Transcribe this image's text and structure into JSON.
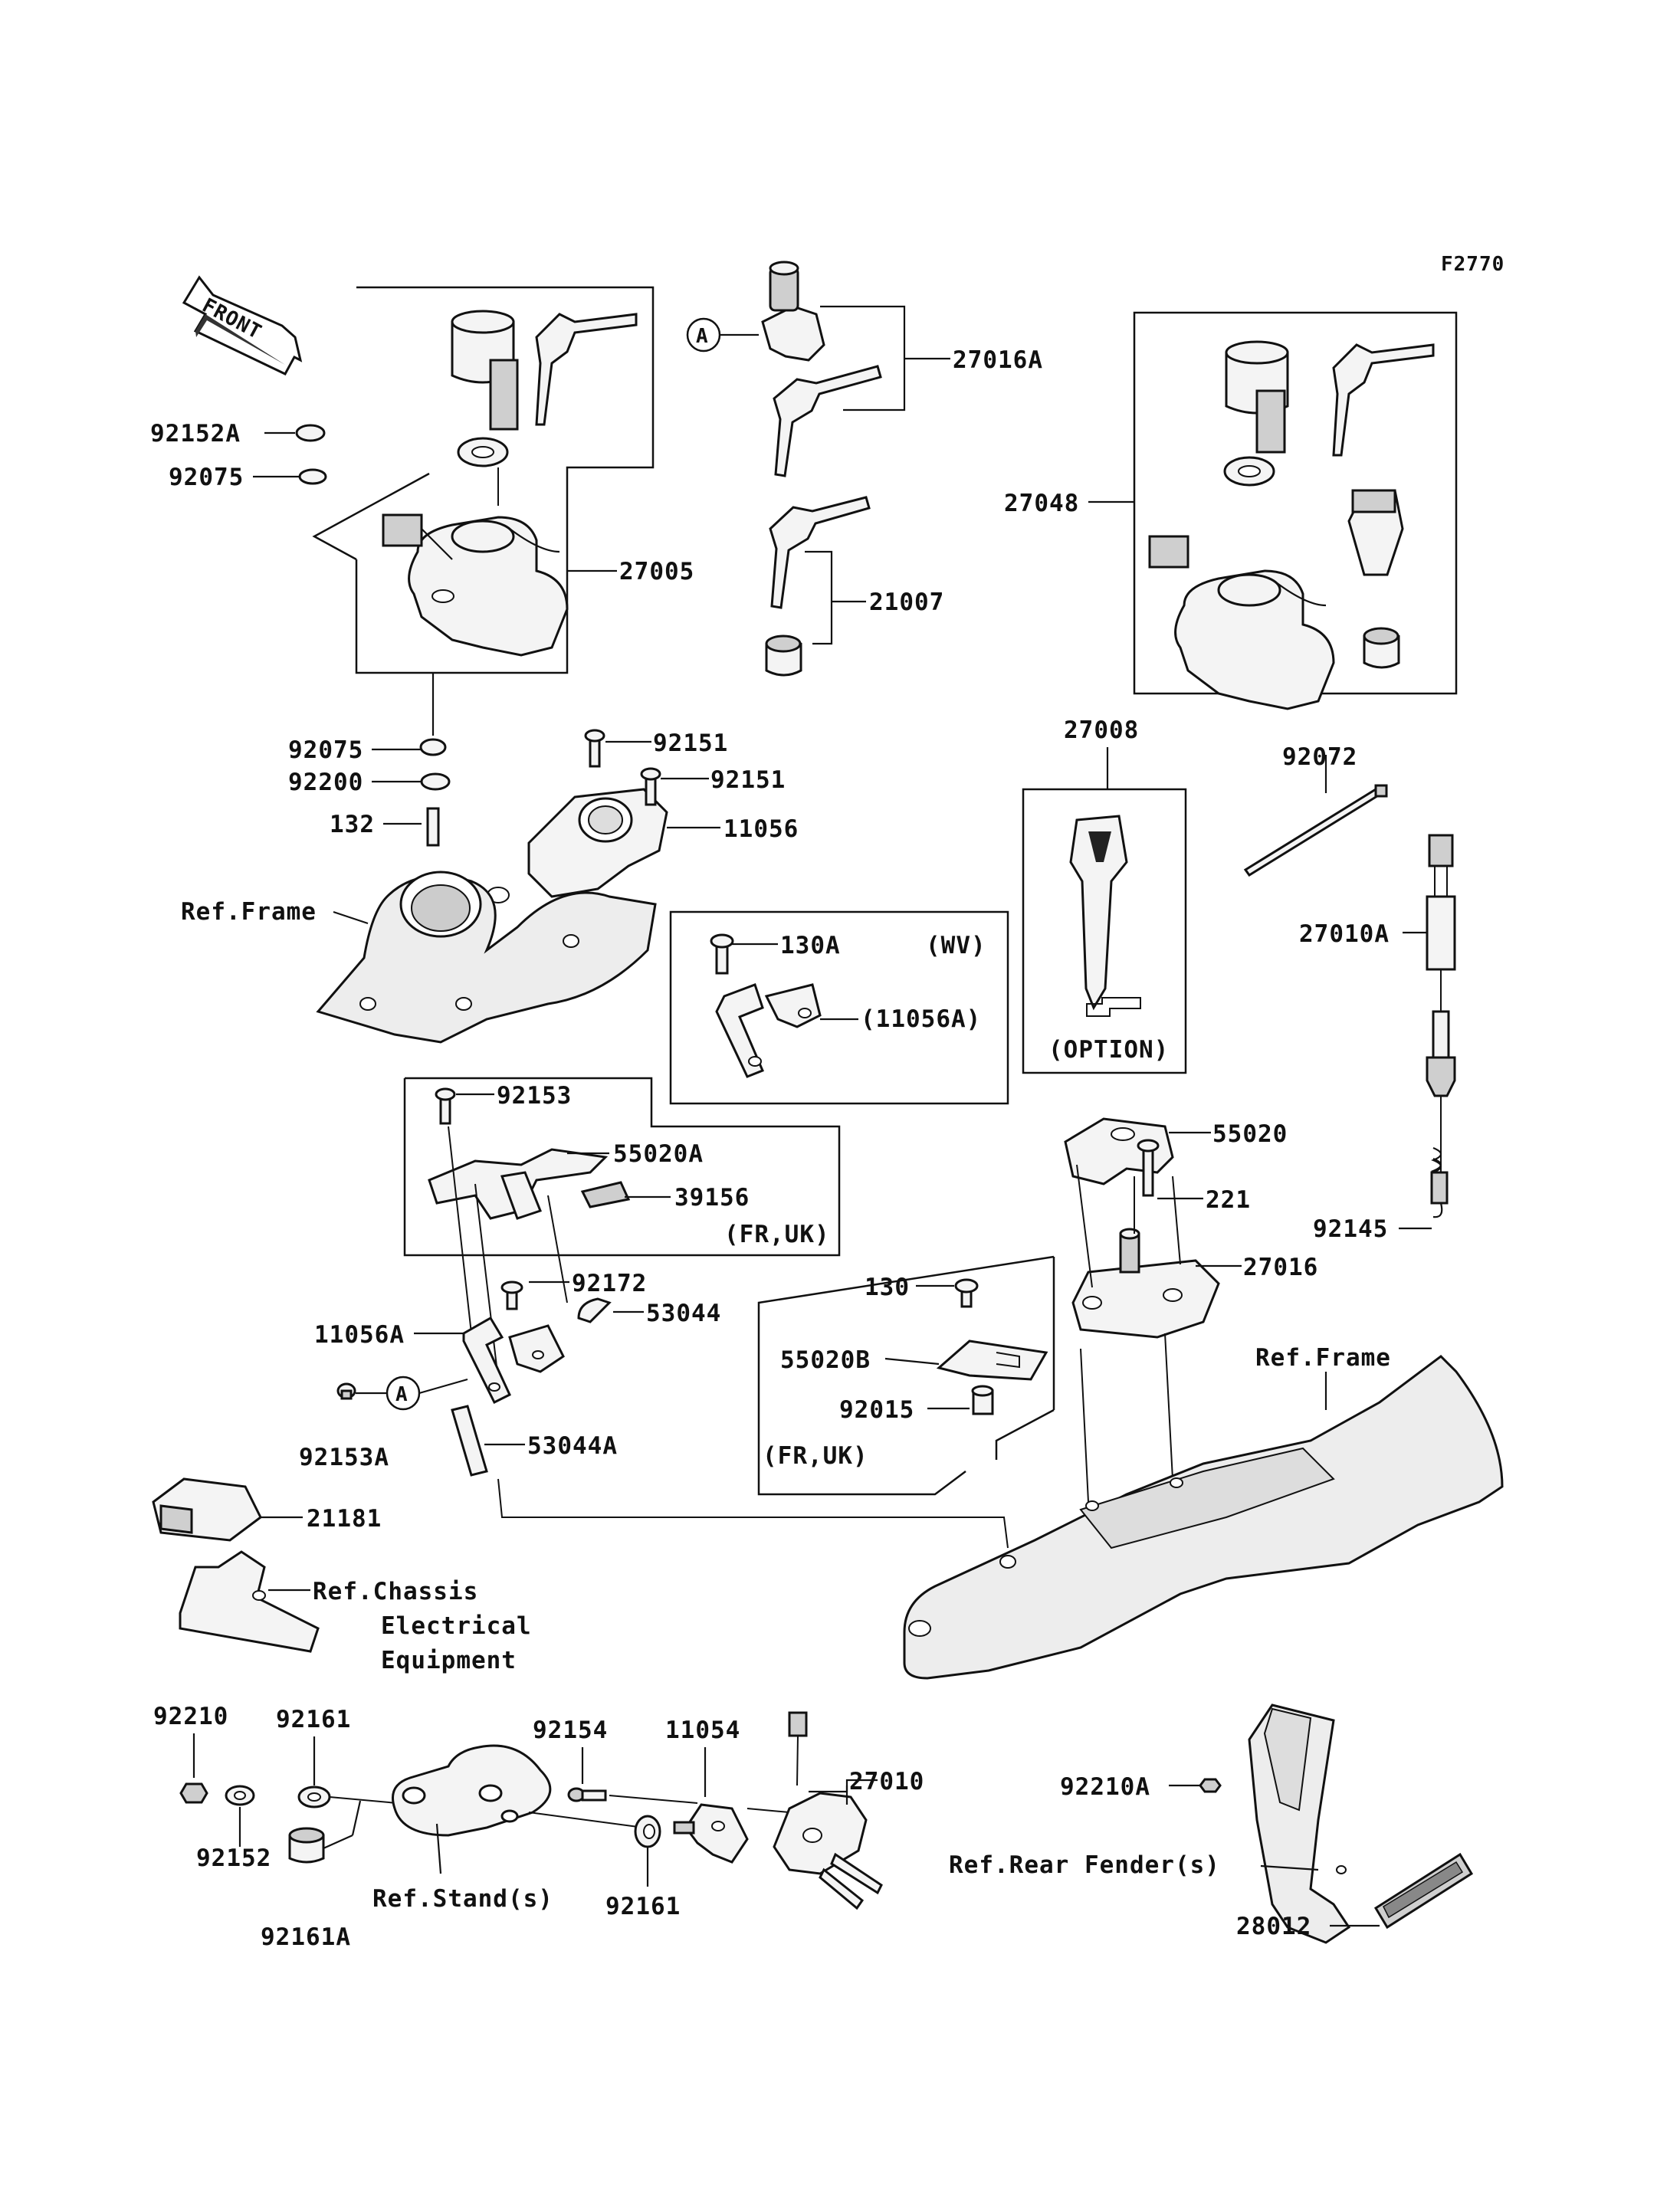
{
  "figure_code": "F2770",
  "front_arrow_label": "FRONT",
  "callout_label": "A",
  "labels": {
    "p92152A": "92152A",
    "p92075_top": "92075",
    "p27005": "27005",
    "p92075_bottom": "92075",
    "p92200": "92200",
    "p132": "132",
    "p92151_a": "92151",
    "p92151_b": "92151",
    "p11056": "11056",
    "ref_frame_left": "Ref.Frame",
    "p27016A": "27016A",
    "p21007": "21007",
    "p27048": "27048",
    "p27008": "27008",
    "option": "(OPTION)",
    "p92072": "92072",
    "p27010A": "27010A",
    "p92145": "92145",
    "p130A": "130A",
    "wv": "(WV)",
    "p11056A_paren": "(11056A)",
    "p92153": "92153",
    "p55020A": "55020A",
    "p39156": "39156",
    "fr_uk_1": "(FR,UK)",
    "p92172": "92172",
    "p53044": "53044",
    "p11056A": "11056A",
    "p92153A": "92153A",
    "p53044A": "53044A",
    "p55020": "55020",
    "p221": "221",
    "p27016": "27016",
    "p130": "130",
    "p55020B": "55020B",
    "p92015": "92015",
    "fr_uk_2": "(FR,UK)",
    "ref_frame_right": "Ref.Frame",
    "p21181": "21181",
    "ref_chassis_1": "Ref.Chassis",
    "ref_chassis_2": "Electrical",
    "ref_chassis_3": "Equipment",
    "p92210": "92210",
    "p92161_a": "92161",
    "p92152": "92152",
    "p92161A": "92161A",
    "ref_stand": "Ref.Stand(s)",
    "p92154": "92154",
    "p11054": "11054",
    "p92161_b": "92161",
    "p27010": "27010",
    "p92210A": "92210A",
    "ref_rear_fender": "Ref.Rear Fender(s)",
    "p28012": "28012"
  }
}
